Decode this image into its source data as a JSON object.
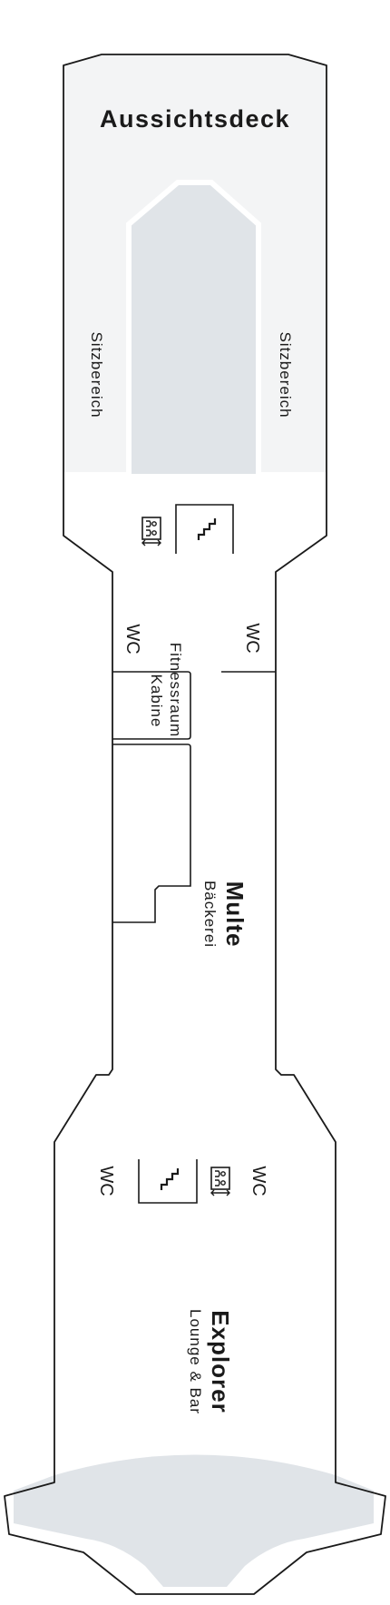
{
  "deck": {
    "top_area": {
      "title": "Aussichtsdeck",
      "seating_left": "Sitzbereich",
      "seating_right": "Sitzbereich"
    },
    "mid_area": {
      "wc_left": "WC",
      "wc_right": "WC",
      "fitness_line1": "Fitnessraum",
      "fitness_line2": "Kabine",
      "venue_title": "Multe",
      "venue_subtitle": "Bäckerei"
    },
    "bottom_area": {
      "wc_left": "WC",
      "wc_right": "WC",
      "venue_title": "Explorer",
      "venue_subtitle": "Lounge & Bar"
    },
    "icons": [
      "stairs-icon",
      "elevator-icon"
    ],
    "colors": {
      "outline": "#1a1a1a",
      "deck_fill": "#f3f4f5",
      "pool_fill": "#e0e4e8",
      "background": "#ffffff"
    }
  }
}
